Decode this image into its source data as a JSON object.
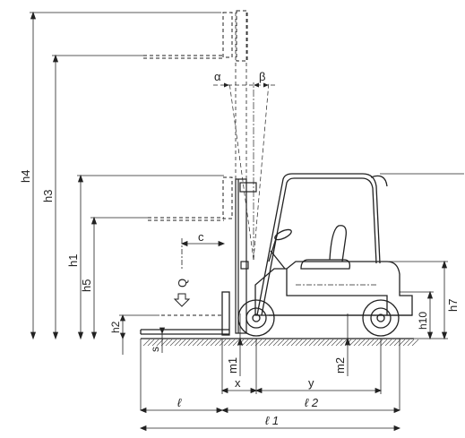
{
  "diagram": {
    "dimension_labels": {
      "h4": "h4",
      "h3": "h3",
      "h1": "h1",
      "h5": "h5",
      "h2": "h2",
      "h7": "h7",
      "h10": "h10",
      "s": "s",
      "c": "c",
      "Q": "Q",
      "alpha": "α",
      "beta": "β",
      "m1": "m1",
      "m2": "m2",
      "x": "x",
      "y": "y",
      "l": "ℓ",
      "l1": "ℓ 1",
      "l2": "ℓ 2"
    },
    "colors": {
      "ink": "#222222",
      "hatch": "#555555",
      "bg": "#ffffff"
    }
  }
}
